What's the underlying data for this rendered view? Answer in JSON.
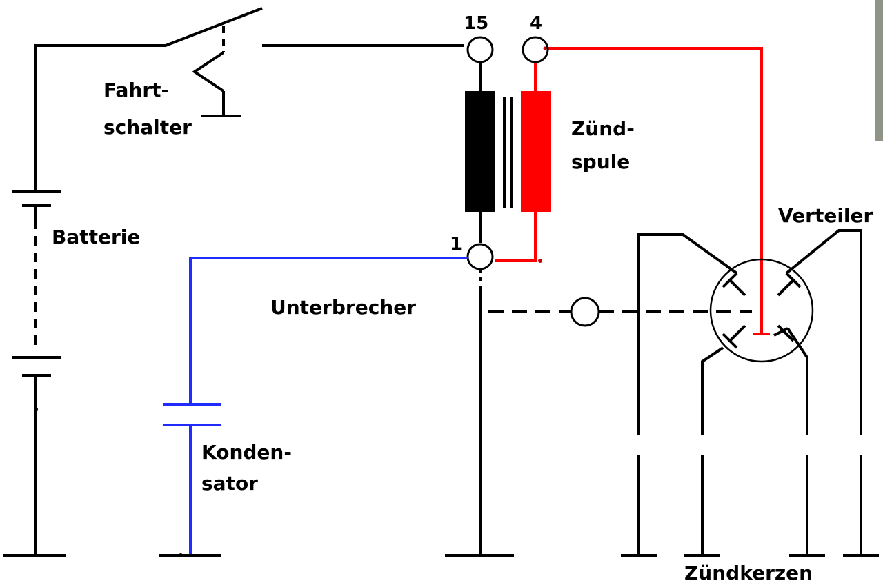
{
  "labels": {
    "switch": [
      "Fahrt-",
      "schalter"
    ],
    "battery": "Batterie",
    "coil": [
      "Zünd-",
      "spule"
    ],
    "distributor": "Verteiler",
    "breaker": "Unterbrecher",
    "capacitor": [
      "Konden-",
      "sator"
    ],
    "spark_plugs": "Zündkerzen"
  },
  "terminals": {
    "t15": "15",
    "t4": "4",
    "t1": "1"
  },
  "colors": {
    "wire": "#000000",
    "high_voltage": "#ff0000",
    "capacitor_wire": "#1f2bff",
    "primary_coil": "#000000",
    "secondary_coil": "#ff0000",
    "photo_corner": "#8f9489"
  }
}
